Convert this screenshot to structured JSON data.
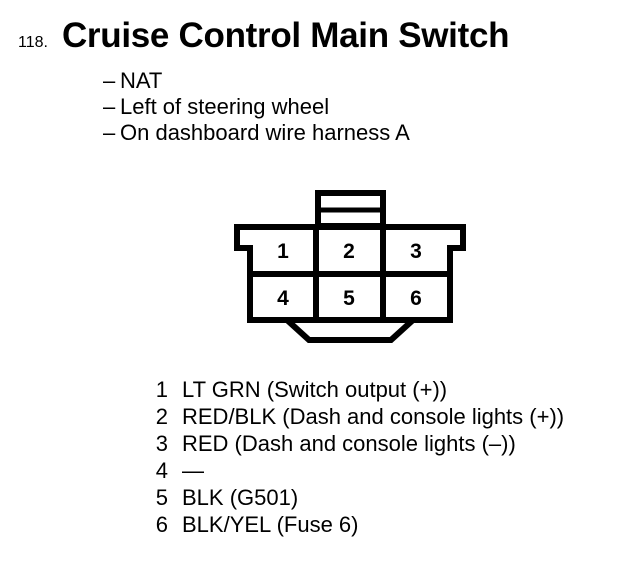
{
  "title": {
    "number": "118.",
    "text": "Cruise Control Main Switch"
  },
  "notes": {
    "dash": "–",
    "items": [
      "NAT",
      "Left of steering wheel",
      "On dashboard wire harness A"
    ]
  },
  "connector": {
    "rows": [
      [
        "1",
        "2",
        "3"
      ],
      [
        "4",
        "5",
        "6"
      ]
    ]
  },
  "pin_legend": [
    {
      "num": "1",
      "label": "LT GRN (Switch output (+))"
    },
    {
      "num": "2",
      "label": "RED/BLK (Dash and console lights (+))"
    },
    {
      "num": "3",
      "label": "RED (Dash and console lights (–))"
    },
    {
      "num": "4",
      "label": "—"
    },
    {
      "num": "5",
      "label": "BLK (G501)"
    },
    {
      "num": "6",
      "label": "BLK/YEL (Fuse 6)"
    }
  ],
  "colors": {
    "ink": "#000000",
    "paper": "#ffffff"
  }
}
